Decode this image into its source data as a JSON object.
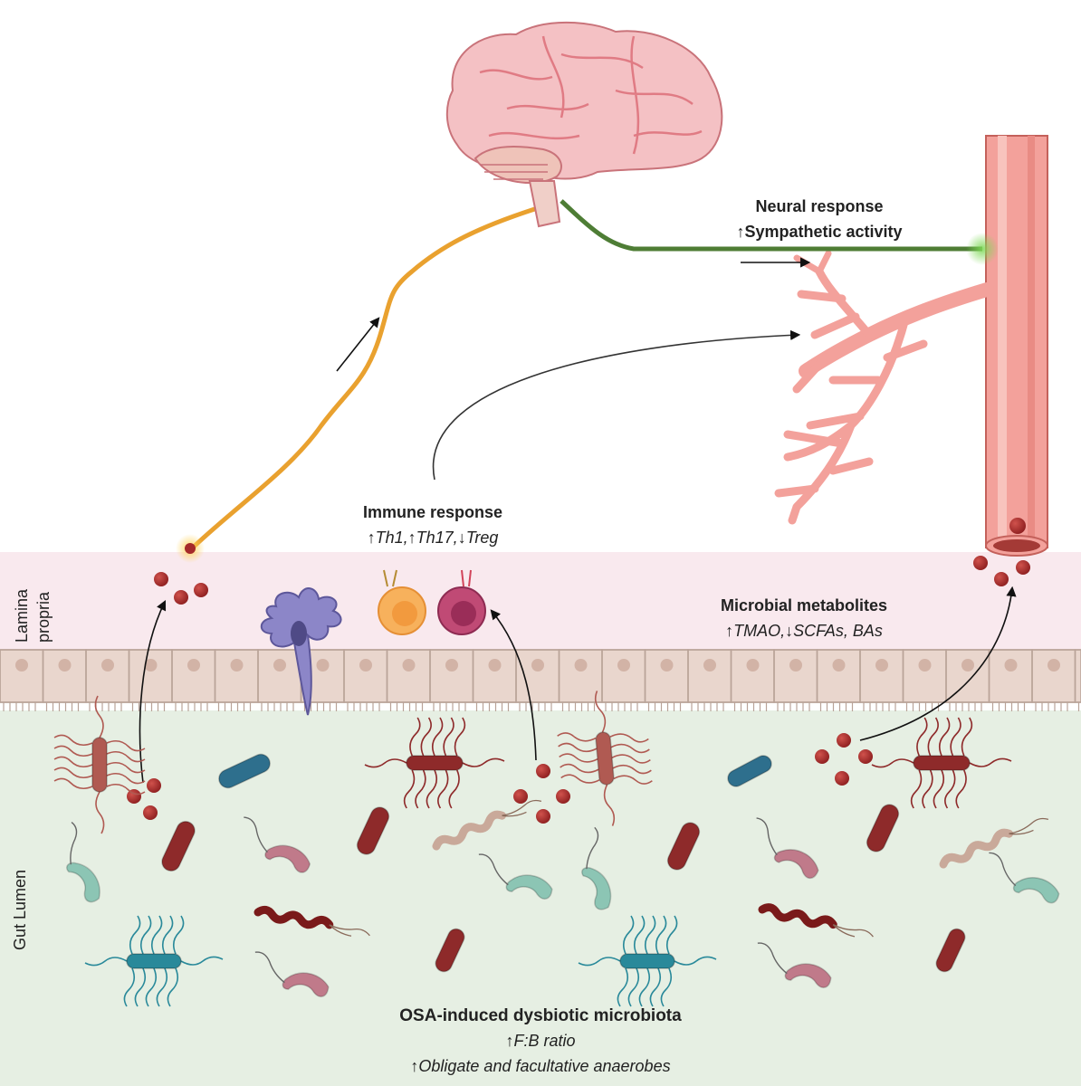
{
  "regions": {
    "lamina_propria": "Lamina\npropria",
    "gut_lumen": "Gut Lumen"
  },
  "neural": {
    "title": "Neural response",
    "line1": "Sympathetic activity",
    "arrow": "up"
  },
  "immune": {
    "title": "Immune response",
    "items": [
      {
        "text": "Th1,",
        "arrow": "up"
      },
      {
        "text": "Th17,",
        "arrow": "up"
      },
      {
        "text": "Treg",
        "arrow": "down"
      }
    ]
  },
  "metabolites": {
    "title": "Microbial metabolites",
    "items": [
      {
        "text": "TMAO,",
        "arrow": "up"
      },
      {
        "text": "SCFAs, BAs",
        "arrow": "down"
      }
    ]
  },
  "dysbiosis": {
    "title": "OSA-induced dysbiotic microbiota",
    "line1": "F:B ratio",
    "line2": "Obligate and facultative anaerobes"
  },
  "colors": {
    "lamina_bg": "#f9e9ee",
    "lumen_bg": "#e6efe3",
    "epithelium": "#e9d6cd",
    "afferent_nerve": "#e9a12f",
    "efferent_nerve": "#4e7d35",
    "vessel": "#f3a19b",
    "metabolite": "#a52a2a",
    "brain": "#f4c1c4"
  },
  "icons": [
    "brain-icon",
    "blood-vessel-icon",
    "dendritic-cell-icon",
    "th-cell-icon",
    "treg-cell-icon",
    "bacteria-icon",
    "metabolite-dot-icon"
  ]
}
